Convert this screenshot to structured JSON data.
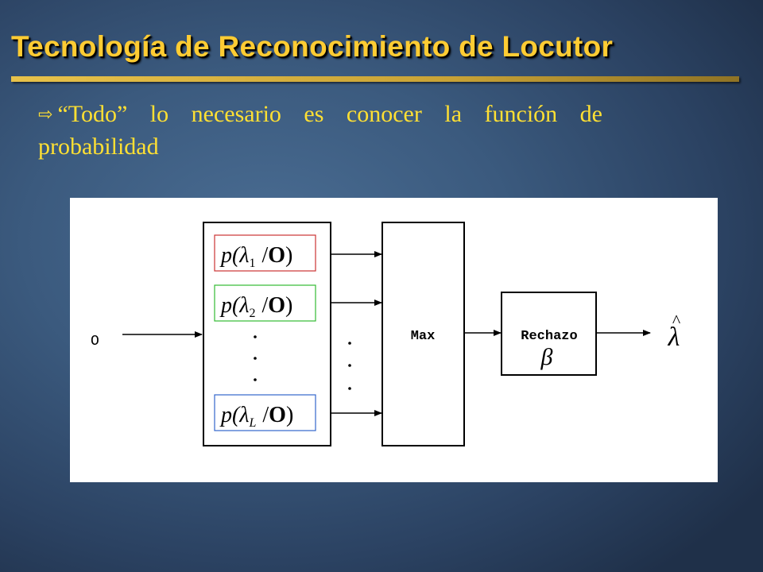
{
  "slide": {
    "title": "Tecnología de Reconocimiento de Locutor",
    "bullet_icon": "arrow-bullet-icon",
    "bullet_text": "“Todo” lo necesario es conocer la función de probabilidad"
  },
  "diagram": {
    "input_label": "O",
    "models": [
      {
        "prob": "p(",
        "lambda": "λ",
        "sub": "1",
        "given": "/",
        "obs": "O",
        "close": ")",
        "border": "#cc3333"
      },
      {
        "prob": "p(",
        "lambda": "λ",
        "sub": "2",
        "given": "/",
        "obs": "O",
        "close": ")",
        "border": "#33bb33"
      },
      {
        "prob": "p(",
        "lambda": "λ",
        "sub": "L",
        "given": "/",
        "obs": "O",
        "close": ")",
        "border": "#3366cc"
      }
    ],
    "max_label": "Max",
    "reject_label": "Rechazo",
    "reject_symbol": "β",
    "output_symbol": "λ",
    "output_hat": "^"
  },
  "colors": {
    "title": "#ffcc33",
    "bullet_text": "#ffe033"
  }
}
